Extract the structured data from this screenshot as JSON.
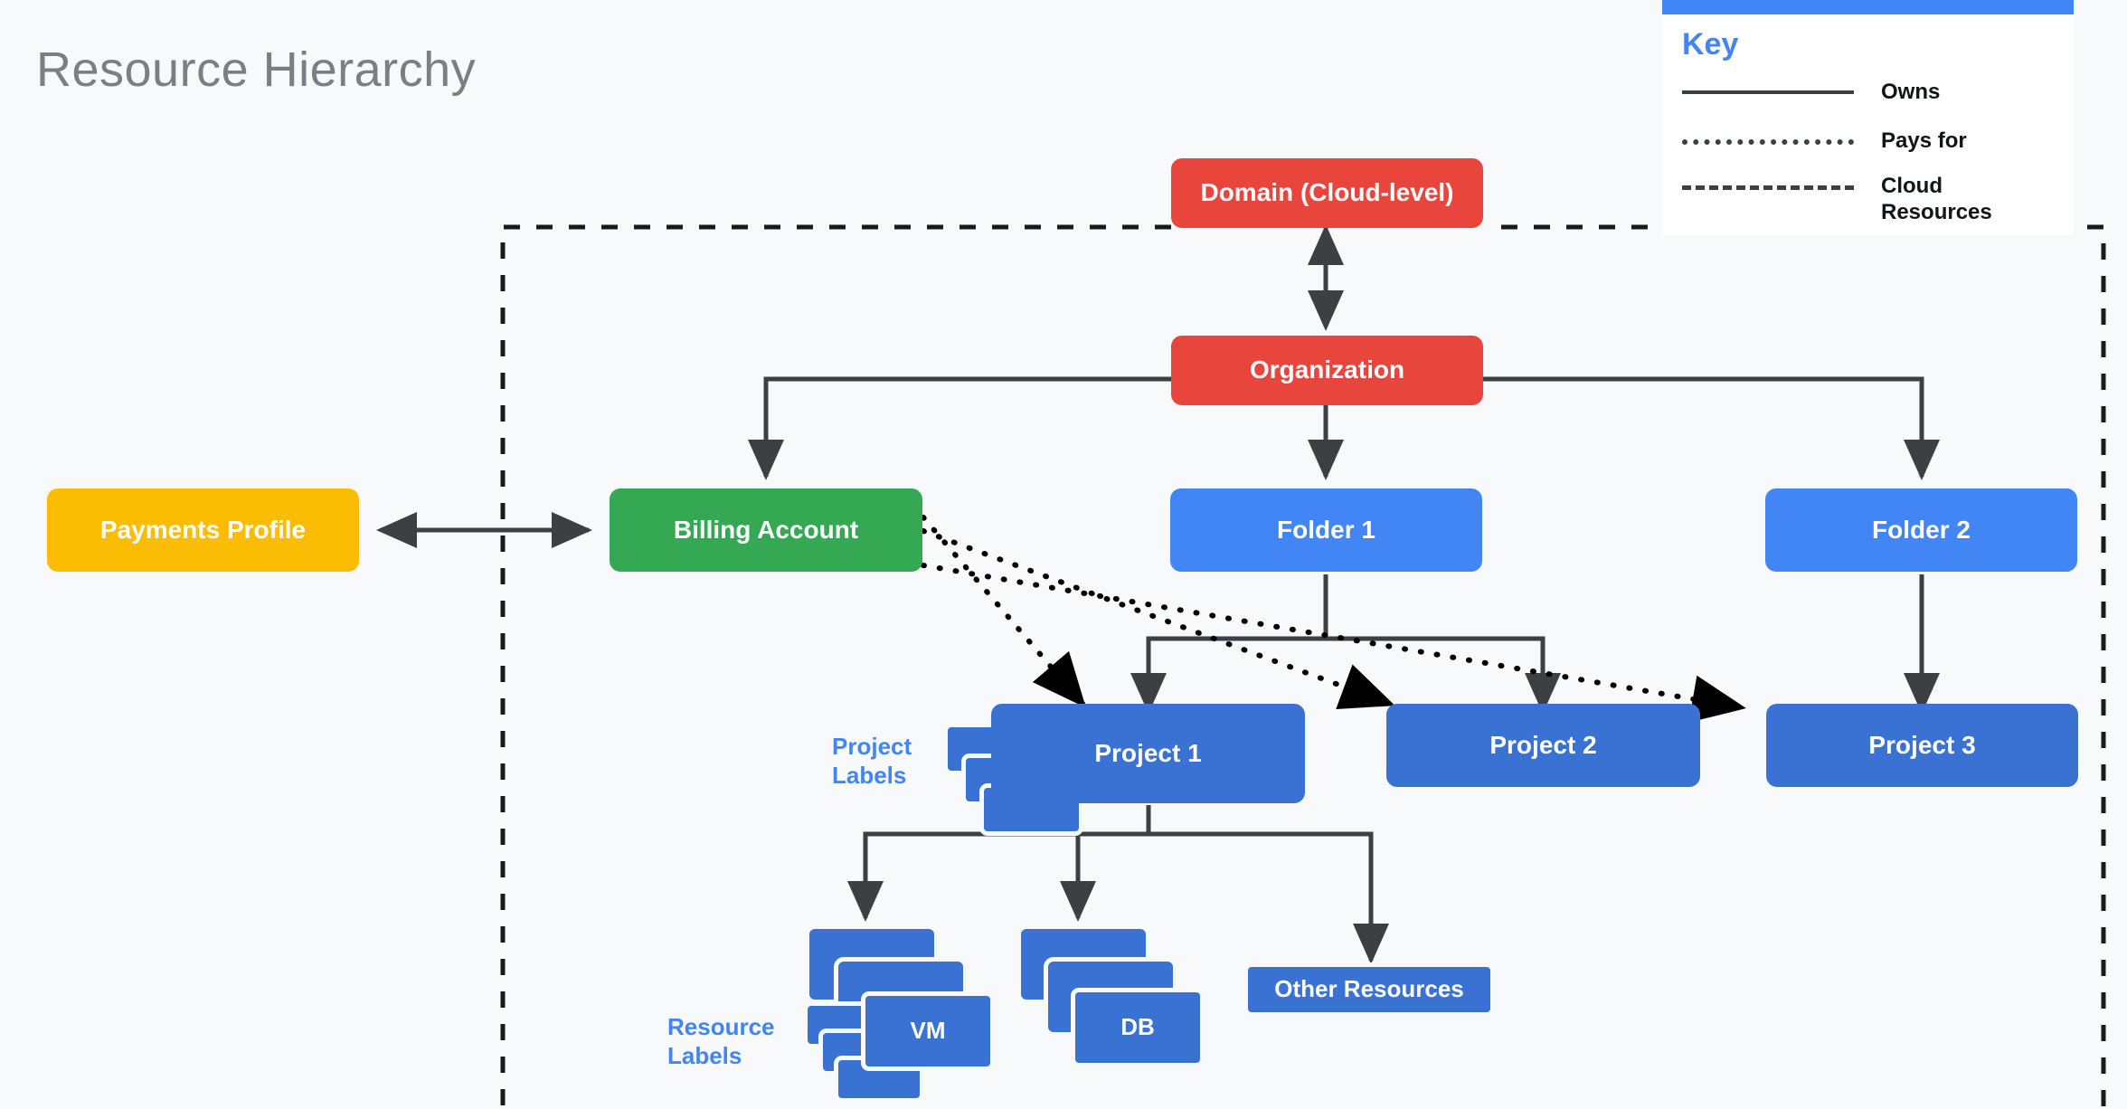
{
  "page": {
    "title": "Resource Hierarchy",
    "background": "#f7f9fa"
  },
  "colors": {
    "red": "#e8453c",
    "green": "#34a853",
    "amber": "#fbbc04",
    "blue": "#4285f4",
    "dark_blue": "#3a72d4",
    "edge": "#3c4043",
    "title_gray": "#7b7f83"
  },
  "key": {
    "title": "Key",
    "accent": "#4285f4",
    "entries": [
      {
        "style": "solid",
        "label": "Owns"
      },
      {
        "style": "dotted",
        "label": "Pays for"
      },
      {
        "style": "dashed",
        "label": "Cloud Resources"
      }
    ]
  },
  "nodes": {
    "domain": "Domain (Cloud-level)",
    "organization": "Organization",
    "payments_profile": "Payments Profile",
    "billing_account": "Billing Account",
    "folder_1": "Folder 1",
    "folder_2": "Folder 2",
    "project_1": "Project 1",
    "project_2": "Project 2",
    "project_3": "Project 3",
    "vm": "VM",
    "db": "DB",
    "other_resources": "Other Resources"
  },
  "side_labels": {
    "project_labels": "Project\nLabels",
    "resource_labels": "Resource\nLabels"
  },
  "edges": [
    {
      "from": "organization",
      "to": "domain",
      "kind": "owns",
      "arrows": "both"
    },
    {
      "from": "organization",
      "to": "billing_account",
      "kind": "owns",
      "arrows": "to"
    },
    {
      "from": "organization",
      "to": "folder_1",
      "kind": "owns",
      "arrows": "to"
    },
    {
      "from": "organization",
      "to": "folder_2",
      "kind": "owns",
      "arrows": "to"
    },
    {
      "from": "payments_profile",
      "to": "billing_account",
      "kind": "owns",
      "arrows": "both"
    },
    {
      "from": "folder_1",
      "to": "project_1",
      "kind": "owns",
      "arrows": "to"
    },
    {
      "from": "folder_1",
      "to": "project_2",
      "kind": "owns",
      "arrows": "to"
    },
    {
      "from": "folder_2",
      "to": "project_3",
      "kind": "owns",
      "arrows": "to"
    },
    {
      "from": "project_1",
      "to": "vm",
      "kind": "owns",
      "arrows": "to"
    },
    {
      "from": "project_1",
      "to": "db",
      "kind": "owns",
      "arrows": "to"
    },
    {
      "from": "project_1",
      "to": "other_resources",
      "kind": "owns",
      "arrows": "to"
    },
    {
      "from": "billing_account",
      "to": "project_1",
      "kind": "pays_for",
      "arrows": "to"
    },
    {
      "from": "billing_account",
      "to": "project_2",
      "kind": "pays_for",
      "arrows": "to"
    },
    {
      "from": "billing_account",
      "to": "project_3",
      "kind": "pays_for",
      "arrows": "to"
    }
  ],
  "cloud_boundary": {
    "label": "Cloud Resources",
    "style": "dashed"
  }
}
